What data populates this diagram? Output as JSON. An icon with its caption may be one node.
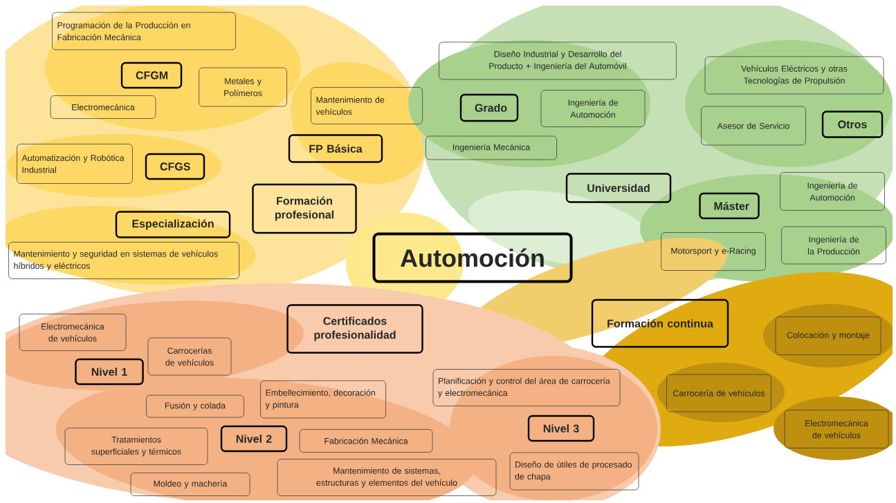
{
  "diagram": {
    "nodes": [
      {
        "text": [
          "Programación de la Producción en Fabricación Mecánica"
        ]
      },
      {
        "text": [
          "CFGM"
        ]
      },
      {
        "text": [
          "Metales y Polímeros"
        ]
      },
      {
        "text": [
          "Electromecánica"
        ]
      },
      {
        "text": [
          "Mantenimiento de vehículos"
        ]
      },
      {
        "text": [
          "FP Básica"
        ]
      },
      {
        "text": [
          "Automatización y Robótica Industrial"
        ]
      },
      {
        "text": [
          "CFGS"
        ]
      },
      {
        "text": [
          "Formación profesional"
        ]
      },
      {
        "text": [
          "Especialización"
        ]
      },
      {
        "text": [
          "Mantenimiento y seguridad en sistemas de vehículos híbridos y eléctricos"
        ]
      },
      {
        "text": [
          "Diseño Industrial y Desarrollo del Producto + Ingeniería del Automóvil"
        ]
      },
      {
        "text": [
          "Vehículos Eléctricos y otras Tecnologías de Propulsión"
        ]
      },
      {
        "text": [
          "Grado"
        ]
      },
      {
        "text": [
          "Ingeniería de Automoción"
        ]
      },
      {
        "text": [
          "Asesor de Servicio"
        ]
      },
      {
        "text": [
          "Otros"
        ]
      },
      {
        "text": [
          "Ingeniería Mecánica"
        ]
      },
      {
        "text": [
          "Universidad"
        ]
      },
      {
        "text": [
          "Ingeniería de Automoción"
        ]
      },
      {
        "text": [
          "Máster"
        ]
      },
      {
        "text": [
          "Motorsport y e-Racing"
        ]
      },
      {
        "text": [
          "Ingeniería de la Producción"
        ]
      },
      {
        "text": [
          "Automoción"
        ]
      },
      {
        "text": [
          "Certificados profesionalidad"
        ]
      },
      {
        "text": [
          "Electromecánica de vehículos"
        ]
      },
      {
        "text": [
          "Carrocerías de vehículos"
        ]
      },
      {
        "text": [
          "Nivel 1"
        ]
      },
      {
        "text": [
          "Planificación y control del área de carrocería y electromecánica"
        ]
      },
      {
        "text": [
          "Embellecimiento, decoración y pintura"
        ]
      },
      {
        "text": [
          "Fusión y colada"
        ]
      },
      {
        "text": [
          "Nivel 3"
        ]
      },
      {
        "text": [
          "Tratamientos superficiales y térmicos"
        ]
      },
      {
        "text": [
          "Nivel 2"
        ]
      },
      {
        "text": [
          "Fabricación Mecánica"
        ]
      },
      {
        "text": [
          "Diseño de útiles de procesado de chapa"
        ]
      },
      {
        "text": [
          "Moldeo y machería"
        ]
      },
      {
        "text": [
          "Mantenimiento de sistemas, estructuras y elementos del vehículo"
        ]
      },
      {
        "text": [
          "Formación continua"
        ]
      },
      {
        "text": [
          "Colocación y montaje"
        ]
      },
      {
        "text": [
          "Carrocería de vehículos"
        ]
      },
      {
        "text": [
          "Electromecánica de vehículos"
        ]
      }
    ]
  }
}
